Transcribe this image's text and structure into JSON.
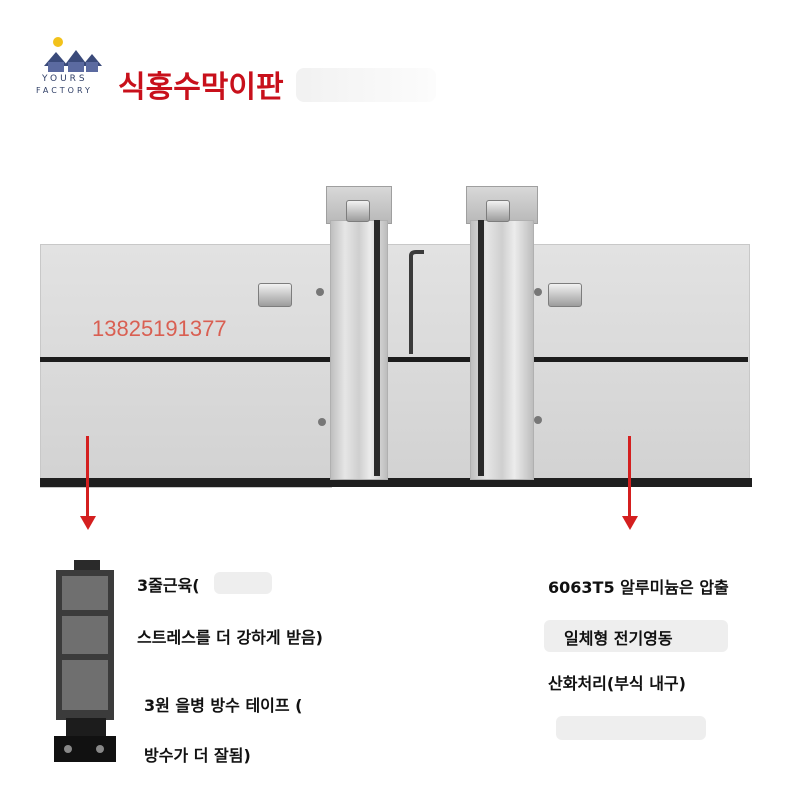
{
  "brand": {
    "line1": "YOURS",
    "line2": "FACTORY"
  },
  "title": "식홍수막이판",
  "phone": "13825191377",
  "features_left": [
    "3줄근육(",
    "스트레스를 더 강하게 받음)",
    "3원 을병 방수 테이프 (",
    "방수가 더 잘됨)"
  ],
  "features_right": [
    "6063T5 알루미늄은 압출",
    "일체형 전기영동",
    "산화처리(부식 내구)"
  ],
  "colors": {
    "title": "#c8101b",
    "arrow": "#d41f1f",
    "panel": "#d9d9d9",
    "stripe": "#1c1c1c"
  },
  "icons": [
    "logo-house-icon",
    "sun-icon",
    "down-arrow-icon",
    "profile-section-icon"
  ]
}
